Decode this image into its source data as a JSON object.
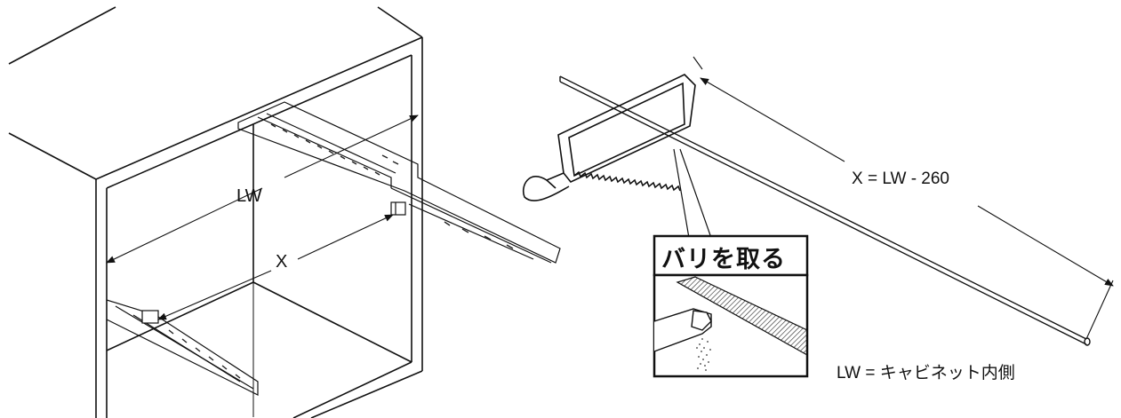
{
  "labels": {
    "lw": "LW",
    "x": "X",
    "formula": "X = LW - 260",
    "note": "LW = キャビネット内側",
    "deburr": "バリを取る"
  },
  "icons": [
    "cabinet-drawing",
    "drawer-slide-rail",
    "hacksaw-icon",
    "rod-icon",
    "file-icon"
  ]
}
